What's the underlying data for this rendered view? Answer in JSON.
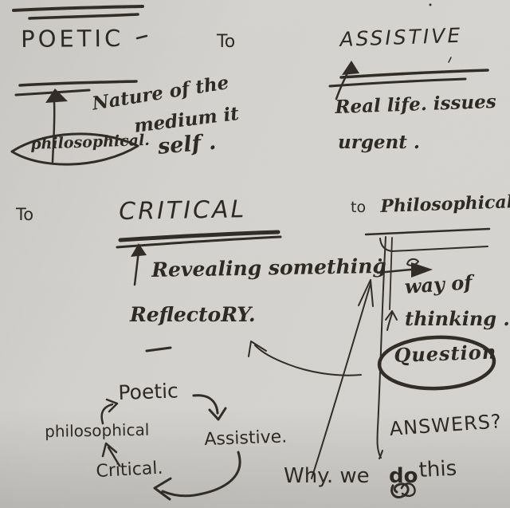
{
  "colors": {
    "paper": "#d7d5d1",
    "ink": "#211c16"
  },
  "header": {
    "poetic": "POETIC",
    "to": "To",
    "assistive": "ASSISTIVE"
  },
  "poetic_note": {
    "bubble": "philosophical.",
    "line1": "Nature of the",
    "line2": "medium it",
    "line3": "self ."
  },
  "assistive_note": {
    "line1": "Real life. issues",
    "line2": "urgent ."
  },
  "critical_block": {
    "to": "To",
    "title": "CRITICAL",
    "annotation": "Revealing something",
    "reflectory": "ReflectoRY."
  },
  "philosophical_block": {
    "to": "to",
    "title": "Philosophical",
    "way_line1": "way of",
    "way_line2": "thinking .",
    "question": "Question",
    "answers": "ANSWERS?"
  },
  "cycle": {
    "poetic": "Poetic",
    "assistive": "Assistive.",
    "critical": "Critical.",
    "philosophical": "philosophical"
  },
  "footer": {
    "why": "Why. we",
    "do": "do",
    "this": "this"
  }
}
